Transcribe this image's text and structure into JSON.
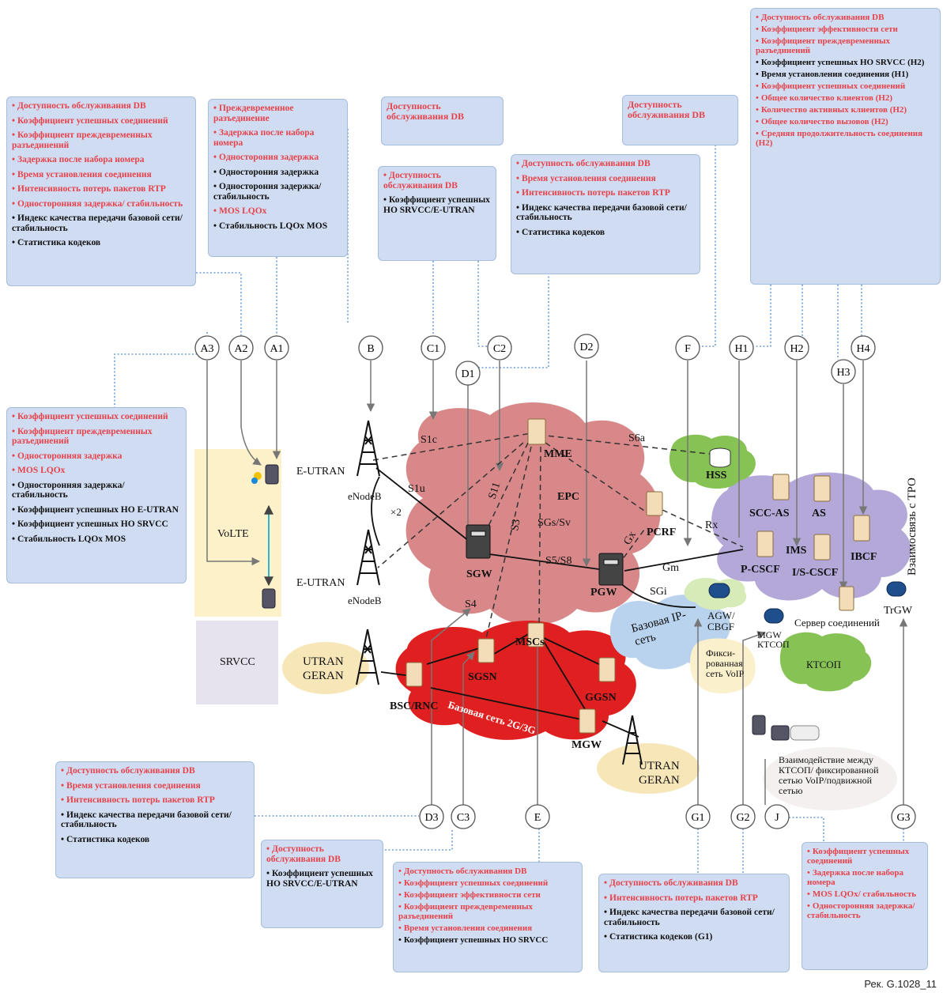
{
  "boxes": {
    "A": [
      "Доступность обслуживания DB",
      "Коэффициент успешных соединений",
      "Коэффициент преждевременных разъединений",
      "Задержка после набора номера",
      "Время установления соединения",
      "Интенсивность потерь пакетов RTP",
      "Односторонняя задержка/ стабильность",
      "Индекс качества передачи базовой сети/стабильность",
      "Статистика кодеков"
    ],
    "A2": [
      "Преждевременное разъединение",
      "Задержка после набора номера",
      "Односторония задержка",
      "Односторония задержка",
      "Односторония задержка/ стабильность",
      "MOS LQOx",
      "Стабильность LQOx MOS"
    ],
    "B": "Доступность обслуживания DB",
    "C1": [
      "Доступность обслуживания DB",
      "Коэффициент успешных HO SRVCC/E-UTRAN"
    ],
    "D2": [
      "Доступность обслуживания DB",
      "Время установления соединения",
      "Интенсивность потерь пакетов RTP",
      "Индекс качества передачи базовой сети/стабильность",
      "Статистика кодеков"
    ],
    "F": "Доступность обслуживания DB",
    "H": [
      "Доступность обслуживания DB",
      "Коэффициент эффективности сети",
      "Коэффициент преждевременных разъединений",
      "Коэффициент успешных HO SRVCC (H2)",
      "Время установления соединения (H1)",
      "Коэффициент успешных соединений",
      "Общее количество клиентов (H2)",
      "Количество активных клиентов (H2)",
      "Общее количество вызовов (H2)",
      "Средняя продолжительность соединения (H2)"
    ],
    "A3": [
      "Коэффициент успешных соединений",
      "Коэффициент преждевременных разъединений",
      "Односторонняя задержка",
      "MOS LQOx",
      "Односторонняя задержка/ стабильность",
      "Коэффициент успешных HO E-UTRAN",
      "Коэффициент успешных HO SRVCC",
      "Стабильность LQOx MOS"
    ],
    "D3": [
      "Доступность обслуживания DB",
      "Время установления соединения",
      "Интенсивность потерь пакетов RTP",
      "Индекс качества передачи базовой сети/стабильность",
      "Статистика кодеков"
    ],
    "C3": [
      "Доступность обслуживания DB",
      "Коэффициент успешных HO SRVCC/E-UTRAN"
    ],
    "E": [
      "Доступность обслуживания DB",
      "Коэффициент успешных соединений",
      "Коэффициент эффективности сети",
      "Коэффициент преждевременных разъединений",
      "Время установления соединения",
      "Коэффициент успешных HO SRVCC"
    ],
    "G1": [
      "Доступность обслуживания DB",
      "Интенсивность потерь пакетов RTP",
      "Индекс качества передачи базовой сети/стабильность",
      "Статистика кодеков (G1)"
    ],
    "G3": [
      "Коэффициент успешных соединений",
      "Задержка после набора номера",
      "MOS LQOx/ стабильность",
      "Односторонняя задержка/стабильность"
    ]
  },
  "points": [
    "A3",
    "A2",
    "A1",
    "B",
    "C1",
    "C2",
    "D1",
    "D2",
    "F",
    "H1",
    "H2",
    "H3",
    "H4",
    "D3",
    "C3",
    "E",
    "G1",
    "G2",
    "J",
    "G3"
  ],
  "labels": {
    "eutran1": "E-UTRAN",
    "enodeb1": "eNodeB",
    "eutran2": "E-UTRAN",
    "enodeb2": "eNodeB",
    "x2": "×2",
    "volte": "VoLTE",
    "srvcc": "SRVCC",
    "s1c": "S1c",
    "s1u": "S1u",
    "s6a": "S6a",
    "mme": "MME",
    "epc": "EPC",
    "s11": "S11",
    "s3": "S3",
    "sgssv": "SGs/Sv",
    "gx": "Gx",
    "s5s8": "S5/S8",
    "gm": "Gm",
    "rx": "Rx",
    "sgi": "SGi",
    "s4": "S4",
    "sgw": "SGW",
    "pgw": "PGW",
    "pcrf": "PCRF",
    "hss": "HSS",
    "sccas": "SCC-AS",
    "as": "AS",
    "ims": "IMS",
    "pcscf": "P-CSCF",
    "iscscf": "I/S-CSCF",
    "ibcf": "IBCF",
    "trgw": "TrGW",
    "interconnect": "Взаимосвязь с ТРО",
    "conn_server": "Сервер соединений",
    "ip_net": "Базовая IP-сеть",
    "agw": "AGW/ CBGF",
    "mgw_ktsop": "MGW КТСОП",
    "fixed_voip": "Фикси- рованная сеть VoIP",
    "ktsop": "КТСОП",
    "utran_geran1": "UTRAN GERAN",
    "bsc_rnc": "BSC/RNC",
    "sgsn": "SGSN",
    "mscs": "MSCs",
    "ggsn": "GGSN",
    "mgw": "MGW",
    "core2g3g": "Базовая сеть 2G/3G",
    "utran_geran2": "UTRAN GERAN",
    "interaction": "Взаимодействие между КТСОП/ фиксированной сетью VoIP/подвижной сетью"
  },
  "caption": "Рек. G.1028_11",
  "colors": {
    "box": "#cfdcf1",
    "red_text": "#e8424b",
    "epc": "#d9888a",
    "core2g3g": "#e02020",
    "ims": "#b4a8d8",
    "hss": "#86c254",
    "ipnet": "#b9d3ee",
    "ktsop": "#86c254",
    "dotted": "#6fa0d8",
    "utran": "#f6e6b8"
  },
  "red_items": {
    "A": [
      true,
      true,
      true,
      true,
      true,
      true,
      true,
      false,
      false
    ],
    "A2": [
      true,
      true,
      true,
      false,
      false,
      true,
      false
    ],
    "C1": [
      true,
      false
    ],
    "D2": [
      true,
      true,
      true,
      false,
      false
    ],
    "H": [
      true,
      true,
      true,
      false,
      false,
      true,
      true,
      true,
      true,
      true
    ],
    "A3": [
      true,
      true,
      true,
      true,
      false,
      false,
      false,
      false
    ],
    "D3": [
      true,
      true,
      true,
      false,
      false
    ],
    "C3": [
      true,
      false
    ],
    "E": [
      true,
      true,
      true,
      true,
      true,
      false
    ],
    "G1": [
      true,
      true,
      false,
      false
    ],
    "G3": [
      true,
      true,
      true,
      true
    ]
  }
}
